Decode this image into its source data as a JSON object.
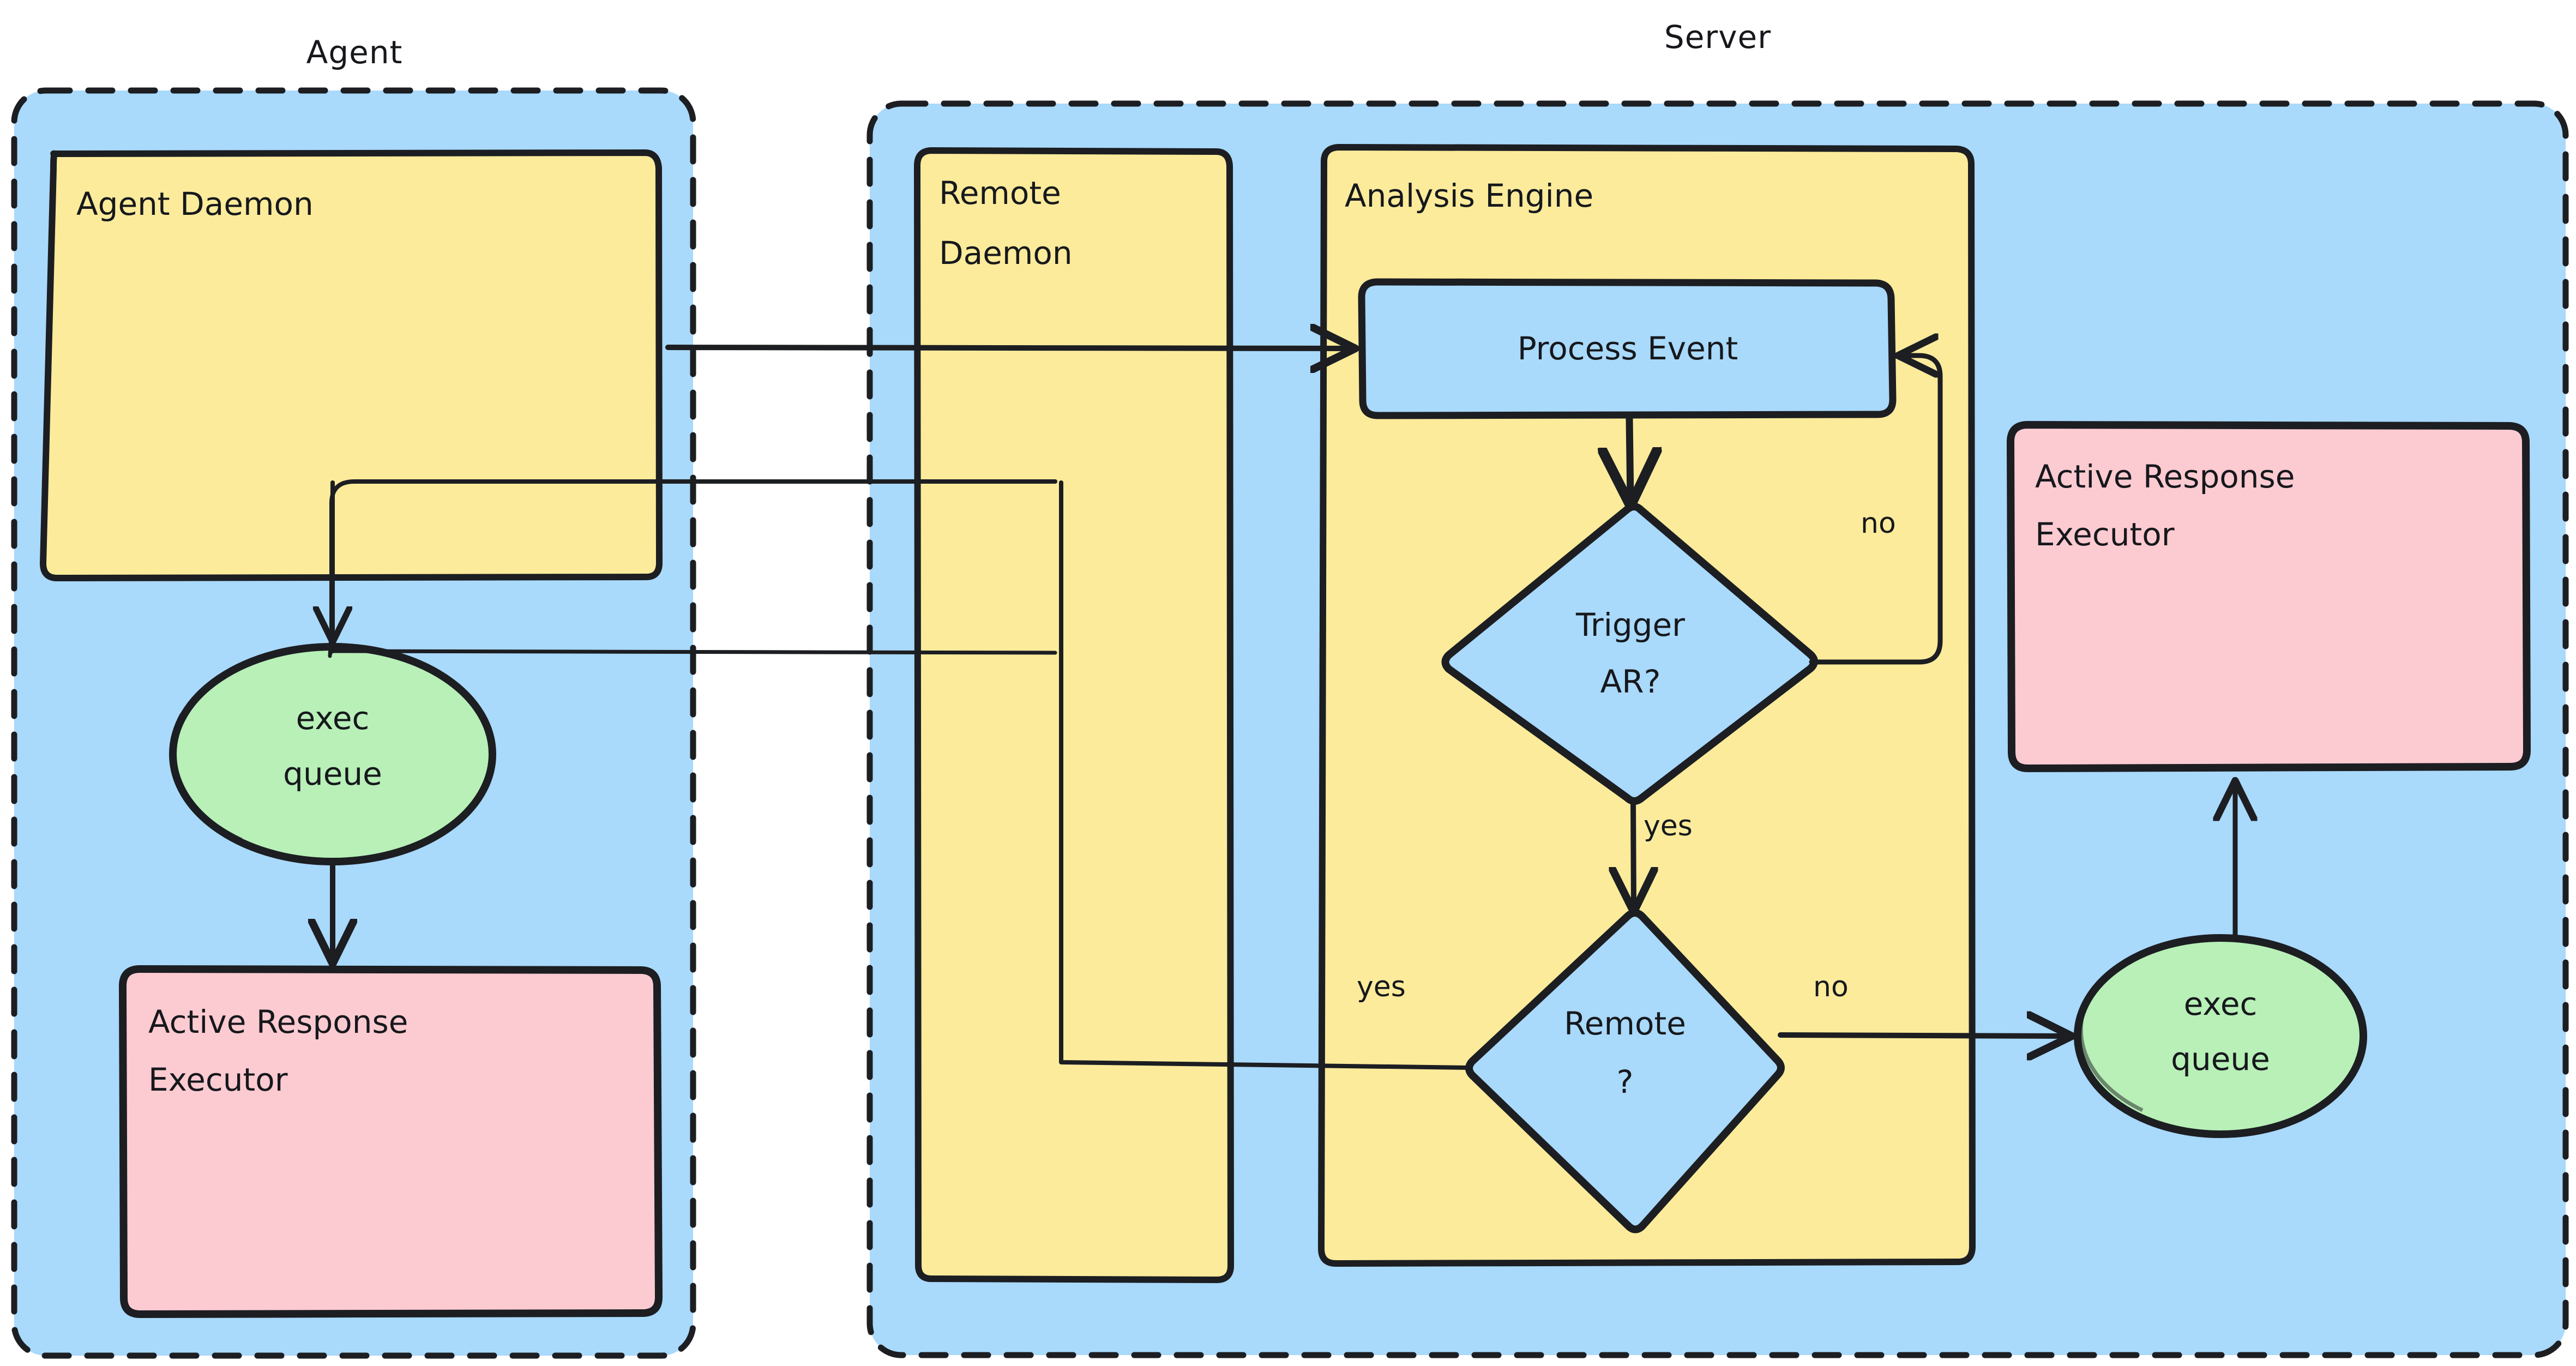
{
  "diagram": {
    "title": "Active Response flow between Agent and Server",
    "type": "flowchart",
    "zones": [
      {
        "id": "agent",
        "label": "Agent",
        "fill": "#a9d9fb",
        "border": "#1c1e22",
        "border_style": "dashed"
      },
      {
        "id": "server",
        "label": "Server",
        "fill": "#a9d9fb",
        "border": "#1c1e22",
        "border_style": "dashed"
      }
    ],
    "groups": [
      {
        "id": "agent-daemon",
        "label": "Agent Daemon",
        "zone": "agent",
        "fill": "#fbeb9b"
      },
      {
        "id": "remote-daemon",
        "label": "Remote\nDaemon",
        "zone": "server",
        "fill": "#fbeb9b"
      },
      {
        "id": "analysis-engine",
        "label": "Analysis Engine",
        "zone": "server",
        "fill": "#fbeb9b"
      }
    ],
    "nodes": [
      {
        "id": "agent-exec-queue",
        "label": "exec\nqueue",
        "shape": "ellipse",
        "fill": "#b8f0b8",
        "zone": "agent"
      },
      {
        "id": "agent-ar-executor",
        "label": "Active Response\nExecutor",
        "shape": "rounded",
        "fill": "#fccbd1",
        "zone": "agent"
      },
      {
        "id": "process-event",
        "label": "Process Event",
        "shape": "rounded",
        "fill": "#a9d9fb",
        "zone": "server"
      },
      {
        "id": "trigger-ar",
        "label": "Trigger\nAR?",
        "shape": "diamond",
        "fill": "#a9d9fb",
        "zone": "server"
      },
      {
        "id": "remote",
        "label": "Remote\n?",
        "shape": "diamond",
        "fill": "#a9d9fb",
        "zone": "server"
      },
      {
        "id": "server-exec-queue",
        "label": "exec\nqueue",
        "shape": "ellipse",
        "fill": "#b8f0b8",
        "zone": "server"
      },
      {
        "id": "server-ar-executor",
        "label": "Active Response\nExecutor",
        "shape": "rounded",
        "fill": "#fccbd1",
        "zone": "server"
      }
    ],
    "edges": [
      {
        "id": "agent-daemon-to-process-event",
        "from": "agent-daemon",
        "to": "process-event",
        "label": ""
      },
      {
        "id": "remote-daemon-to-exec-queue",
        "from": "remote-daemon",
        "to": "agent-exec-queue",
        "label": ""
      },
      {
        "id": "exec-queue-to-ar-executor",
        "from": "agent-exec-queue",
        "to": "agent-ar-executor",
        "label": ""
      },
      {
        "id": "process-event-to-trigger-ar",
        "from": "process-event",
        "to": "trigger-ar",
        "label": ""
      },
      {
        "id": "trigger-ar-no-loop",
        "from": "trigger-ar",
        "to": "process-event",
        "label": "no"
      },
      {
        "id": "trigger-ar-yes",
        "from": "trigger-ar",
        "to": "remote",
        "label": "yes"
      },
      {
        "id": "remote-yes",
        "from": "remote",
        "to": "remote-daemon",
        "label": "yes"
      },
      {
        "id": "remote-no",
        "from": "remote",
        "to": "server-exec-queue",
        "label": "no"
      },
      {
        "id": "server-queue-to-ar-executor",
        "from": "server-exec-queue",
        "to": "server-ar-executor",
        "label": ""
      }
    ],
    "labels": {
      "agent_zone": "Agent",
      "server_zone": "Server",
      "agent_daemon": "Agent Daemon",
      "remote_daemon_line1": "Remote",
      "remote_daemon_line2": "Daemon",
      "analysis_engine": "Analysis Engine",
      "agent_queue_line1": "exec",
      "agent_queue_line2": "queue",
      "agent_ar_line1": "Active Response",
      "agent_ar_line2": "Executor",
      "process_event": "Process Event",
      "trigger_ar_line1": "Trigger",
      "trigger_ar_line2": "AR?",
      "remote_line1": "Remote",
      "remote_line2": "?",
      "server_queue_line1": "exec",
      "server_queue_line2": "queue",
      "server_ar_line1": "Active Response",
      "server_ar_line2": "Executor",
      "edge_no_loop": "no",
      "edge_yes_trigger": "yes",
      "edge_yes_remote": "yes",
      "edge_no_remote": "no"
    },
    "colors": {
      "zone_fill": "#a9d9fb",
      "group_fill": "#fbeb9b",
      "queue_fill": "#b8f0b8",
      "executor_fill": "#fccbd1",
      "stroke": "#1c1e22",
      "background": "#ffffff"
    }
  }
}
